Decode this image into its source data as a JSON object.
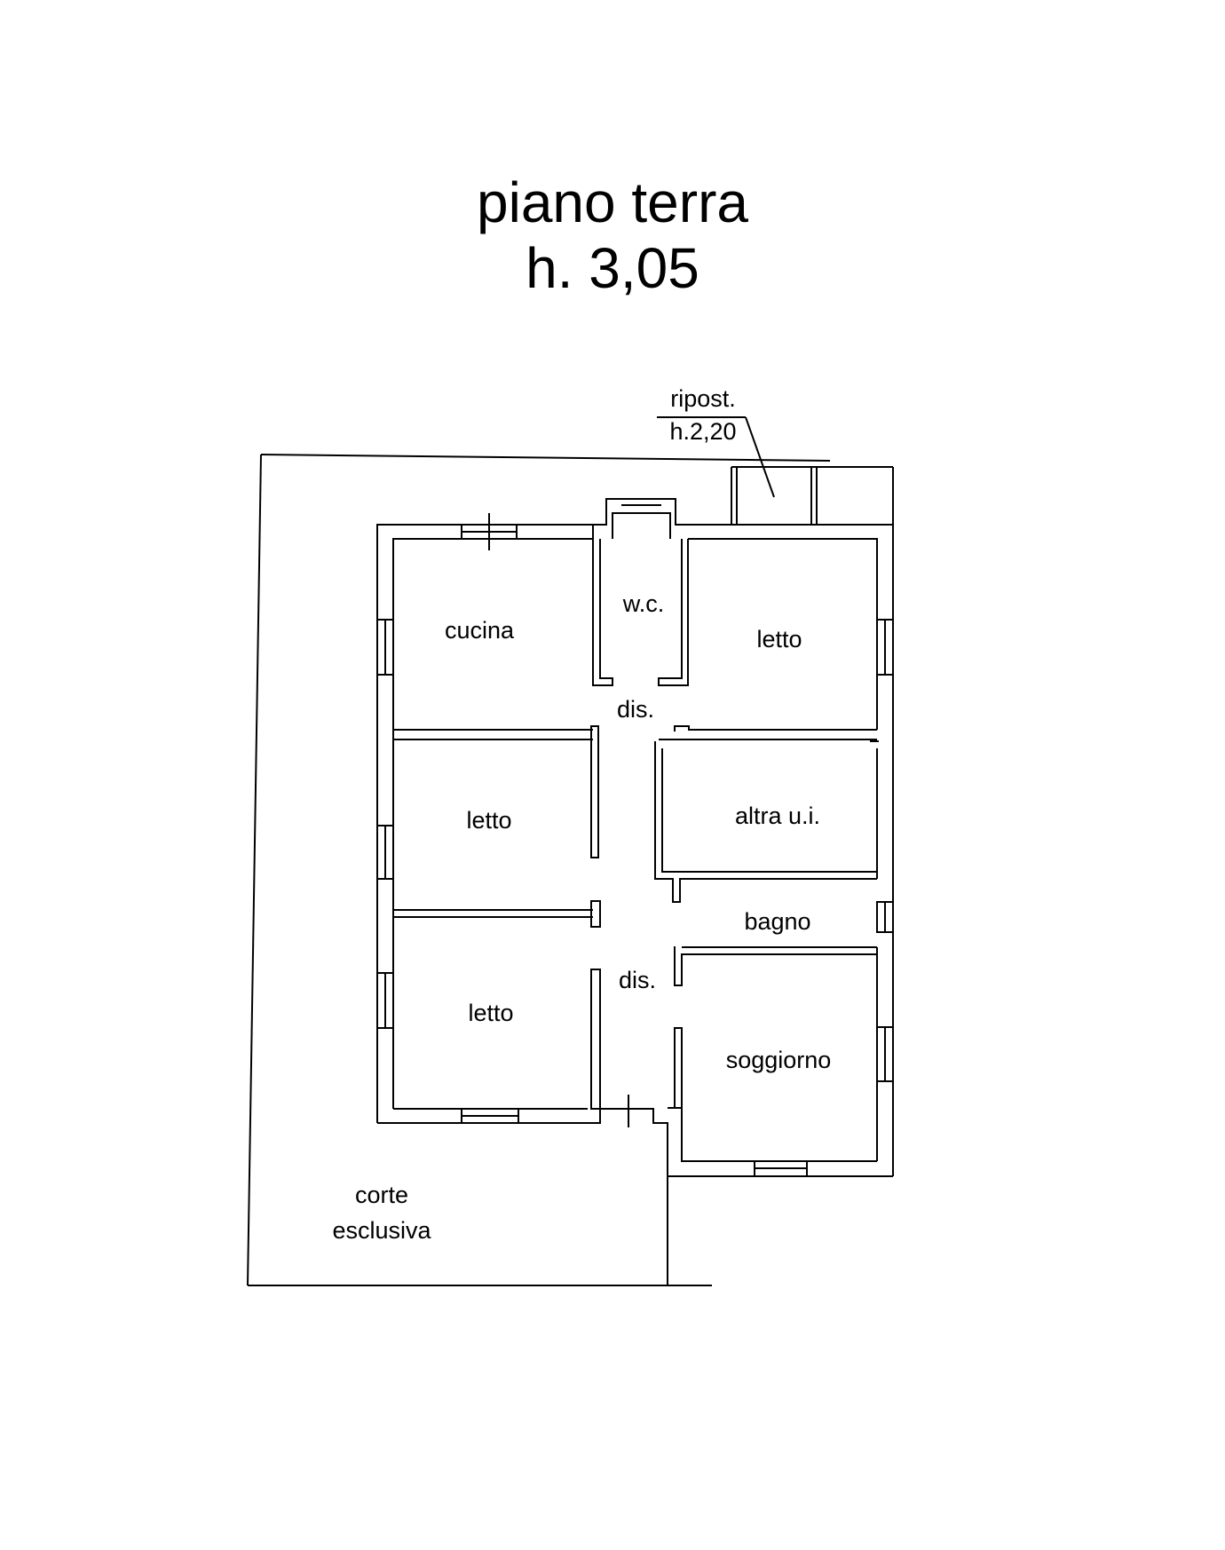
{
  "title": {
    "line1": "piano terra",
    "line2": "h. 3,05"
  },
  "annex": {
    "name": "ripost.",
    "height": "h.2,20"
  },
  "rooms": {
    "cucina": "cucina",
    "wc": "w.c.",
    "letto_ne": "letto",
    "dis_top": "dis.",
    "letto_mid": "letto",
    "altra": "altra u.i.",
    "bagno": "bagno",
    "dis_bottom": "dis.",
    "letto_sw": "letto",
    "soggiorno": "soggiorno"
  },
  "court": {
    "line1": "corte",
    "line2": "esclusiva"
  },
  "colors": {
    "ink": "#000000",
    "paper": "#ffffff"
  }
}
